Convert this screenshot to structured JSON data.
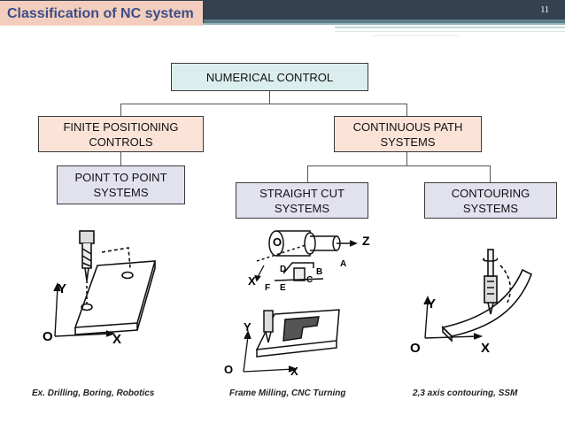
{
  "header": {
    "title": "Classification of NC system",
    "page_number": "11"
  },
  "nodes": {
    "root": "NUMERICAL CONTROL",
    "finite": "FINITE POSITIONING\nCONTROLS",
    "continuous": "CONTINUOUS PATH\nSYSTEMS",
    "point_to_point": "POINT TO POINT\nSYSTEMS",
    "straight_cut": "STRAIGHT CUT\nSYSTEMS",
    "contouring": "CONTOURING\nSYSTEMS"
  },
  "figures": {
    "drilling": {
      "axis_y": "Y",
      "axis_x": "X",
      "origin": "O"
    },
    "milling": {
      "top_o": "O",
      "top_z": "Z",
      "top_x": "X",
      "pt_a": "A",
      "pt_b": "B",
      "pt_c": "C",
      "pt_d": "D",
      "pt_e": "E",
      "pt_f": "F",
      "axis_y": "Y",
      "origin": "O",
      "axis_x": "X"
    },
    "contouring": {
      "axis_y": "Y",
      "origin": "O",
      "axis_x": "X"
    }
  },
  "examples": {
    "drilling": "Ex. Drilling, Boring, Robotics",
    "milling": "Frame Milling, CNC Turning",
    "contouring": "2,3 axis contouring, SSM"
  }
}
